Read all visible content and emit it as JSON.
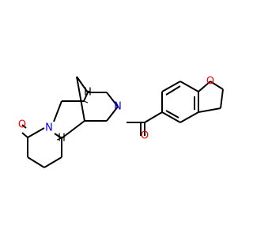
{
  "molecule": {
    "atoms": {
      "O_ketone": {
        "symbol": "O",
        "color": "#ff0000"
      },
      "N_lactam": {
        "symbol": "N",
        "color": "#0000ff"
      },
      "N_amide": {
        "symbol": "N",
        "color": "#0000ff"
      },
      "O_carbonyl": {
        "symbol": "O",
        "color": "#ff0000"
      },
      "O_furan": {
        "symbol": "O",
        "color": "#ff0000"
      },
      "H_bridgehead_top": {
        "symbol": "H",
        "color": "#000000"
      },
      "H_ring_fusion": {
        "symbol": "H",
        "color": "#000000"
      }
    }
  }
}
